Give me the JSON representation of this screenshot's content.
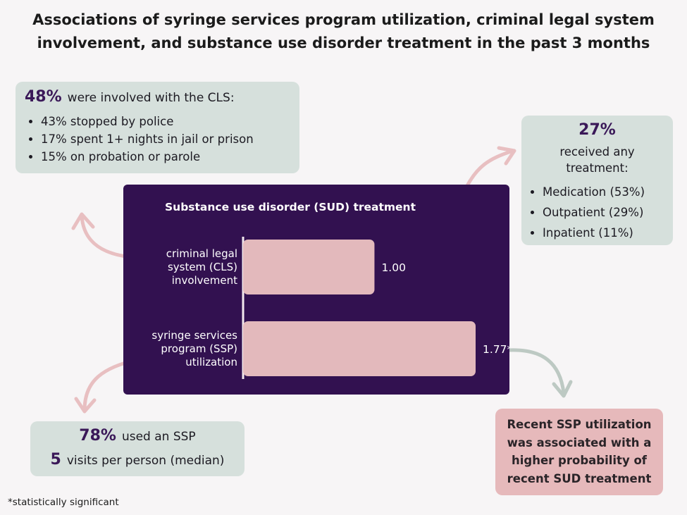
{
  "title": {
    "line1": "Associations of syringe services program utilization, criminal legal system",
    "line2": "involvement, and substance use disorder treatment in the past 3 months"
  },
  "cls_box": {
    "percent": "48%",
    "text": "were involved with the CLS:",
    "items": [
      "43% stopped by police",
      "17% spent 1+ nights in jail or prison",
      "15% on probation or parole"
    ]
  },
  "treatment_box": {
    "percent": "27%",
    "line1": "received any",
    "line2": "treatment:",
    "items": [
      "Medication (53%)",
      "Outpatient (29%)",
      "Inpatient (11%)"
    ]
  },
  "ssp_box": {
    "percent": "78%",
    "text": "used an SSP",
    "visits": "5",
    "visits_text": "visits per person (median)"
  },
  "conclusion": {
    "line1": "Recent SSP utilization",
    "line2": "was associated with a",
    "line3": "higher probability of",
    "line4": "recent SUD treatment"
  },
  "footnote": "*statistically significant",
  "colors": {
    "panel": "#321150",
    "bar": "#e3b9bc",
    "green_box": "#d6e0dc",
    "pink_box": "#e6b9bb",
    "accent_text": "#3a1858"
  },
  "chart_data": {
    "type": "bar",
    "orientation": "horizontal",
    "title": "Substance use disorder (SUD) treatment",
    "categories": [
      [
        "criminal legal",
        "system (CLS)",
        "involvement"
      ],
      [
        "syringe services",
        "program (SSP)",
        "utilization"
      ]
    ],
    "values": [
      1.0,
      1.77
    ],
    "value_labels": [
      "1.00",
      "1.77*"
    ],
    "xlim": [
      0,
      2.2
    ]
  }
}
